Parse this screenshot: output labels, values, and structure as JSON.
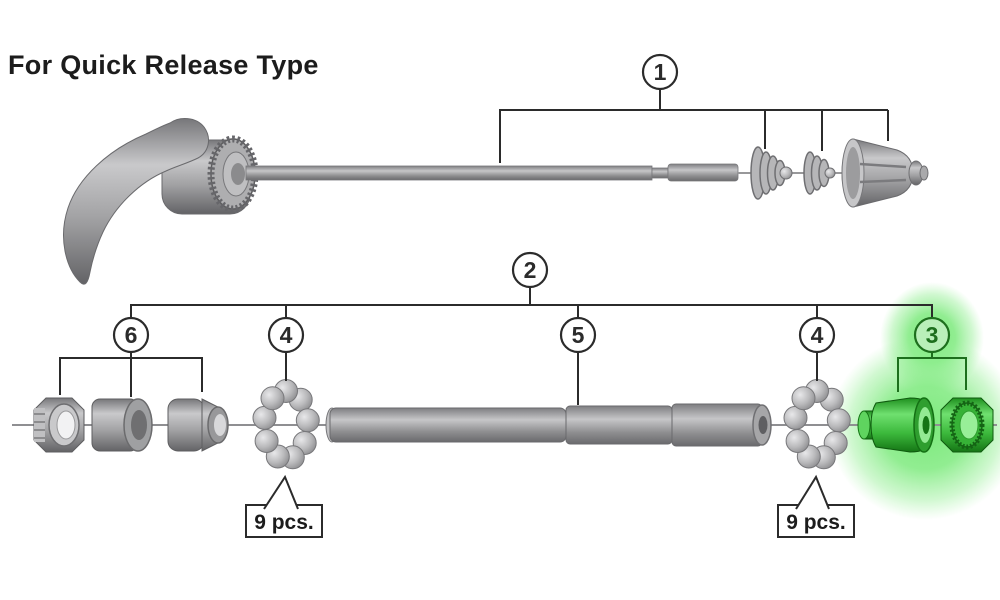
{
  "title": "For Quick Release Type",
  "callouts": {
    "skewer": "1",
    "axle_assembly": "2",
    "highlighted_nut_group": "3",
    "bearings_left": "4",
    "axle": "5",
    "bearings_right": "4",
    "left_nut_group": "6"
  },
  "labels": {
    "bearings_left_qty": "9 pcs.",
    "bearings_right_qty": "9 pcs."
  },
  "colors": {
    "highlight_part_green": "#3cb93c",
    "highlight_glow_green": "#7ce87c",
    "line_black": "#2b2b2b",
    "part_gray": "#a8a8aa"
  }
}
